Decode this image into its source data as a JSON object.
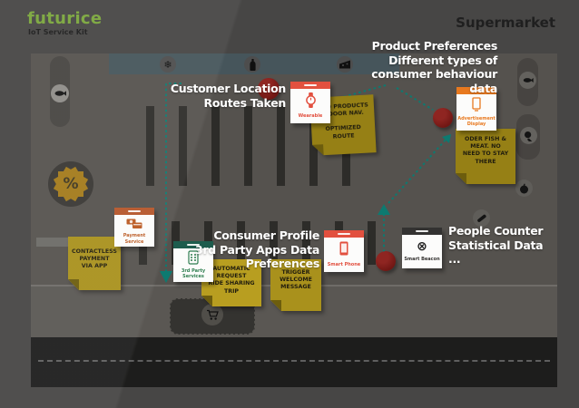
{
  "page": {
    "brand": "futurice",
    "brand_subtitle": "IoT Service Kit",
    "title": "Supermarket"
  },
  "annotations": {
    "customer_location": {
      "lines": [
        "Customer Location",
        "Routes Taken"
      ]
    },
    "product_preferences": {
      "lines": [
        "Product Preferences",
        "Different types of",
        "consumer behaviour data"
      ]
    },
    "consumer_profile": {
      "lines": [
        "Consumer Profile",
        "3rd Party Apps Data",
        "Preferences"
      ]
    },
    "people_counter": {
      "lines": [
        "People Counter",
        "Statistical Data",
        "..."
      ]
    }
  },
  "cards": {
    "wearable": {
      "label": "Wearable",
      "color": "#e2503f"
    },
    "advertisement_display": {
      "label": "Advertisement Display",
      "color": "#e8791f"
    },
    "payment_service": {
      "label": "Payment Service",
      "color": "#b5562a"
    },
    "third_party_services": {
      "label": "3rd Party Services",
      "color": "#2e7d4f"
    },
    "smart_phone": {
      "label": "Smart Phone",
      "color": "#e2503f"
    },
    "smart_beacon": {
      "label": "Smart Beacon",
      "color": "#3a3a3a",
      "glyph": "⊗"
    }
  },
  "stickies": {
    "find_products": {
      "lines": [
        "FIND PRODUCTS",
        "INDOOR NAV.",
        "",
        "OPTIMIZED",
        "ROUTE"
      ]
    },
    "oder_fish": {
      "lines": [
        "ODER FISH &",
        "MEAT. NO",
        "NEED TO STAY",
        "THERE"
      ]
    },
    "contactless": {
      "lines": [
        "CONTACTLESS",
        "PAYMENT",
        "VIA APP"
      ]
    },
    "automatic": {
      "lines": [
        "AUTOMATIC",
        "REQUEST",
        "RIDE SHARING",
        "TRIP"
      ]
    },
    "trigger": {
      "lines": [
        "TRIGGER",
        "WELCOME",
        "MESSAGE"
      ]
    }
  },
  "icons": {
    "snowflake": "❄",
    "percent": "%"
  },
  "icon_names": [
    "snowflake-icon",
    "bottle-icon",
    "cheese-icon",
    "fish-icon",
    "meat-icon",
    "apple-icon",
    "deli-icon",
    "cart-icon",
    "percent-icon",
    "watch-icon",
    "tablet-icon",
    "money-icon",
    "apps-phone-icon",
    "smartphone-icon",
    "beacon-icon"
  ],
  "colors": {
    "background": "#474645",
    "map_floor": "#55524e",
    "brand_green": "#7aa63c",
    "accent_teal": "#0d7a70",
    "sticky_yellow": "#a9911c",
    "beacon_red": "#7d1b18",
    "road_black": "#1d1d1c",
    "cold_zone": "#46555b"
  }
}
